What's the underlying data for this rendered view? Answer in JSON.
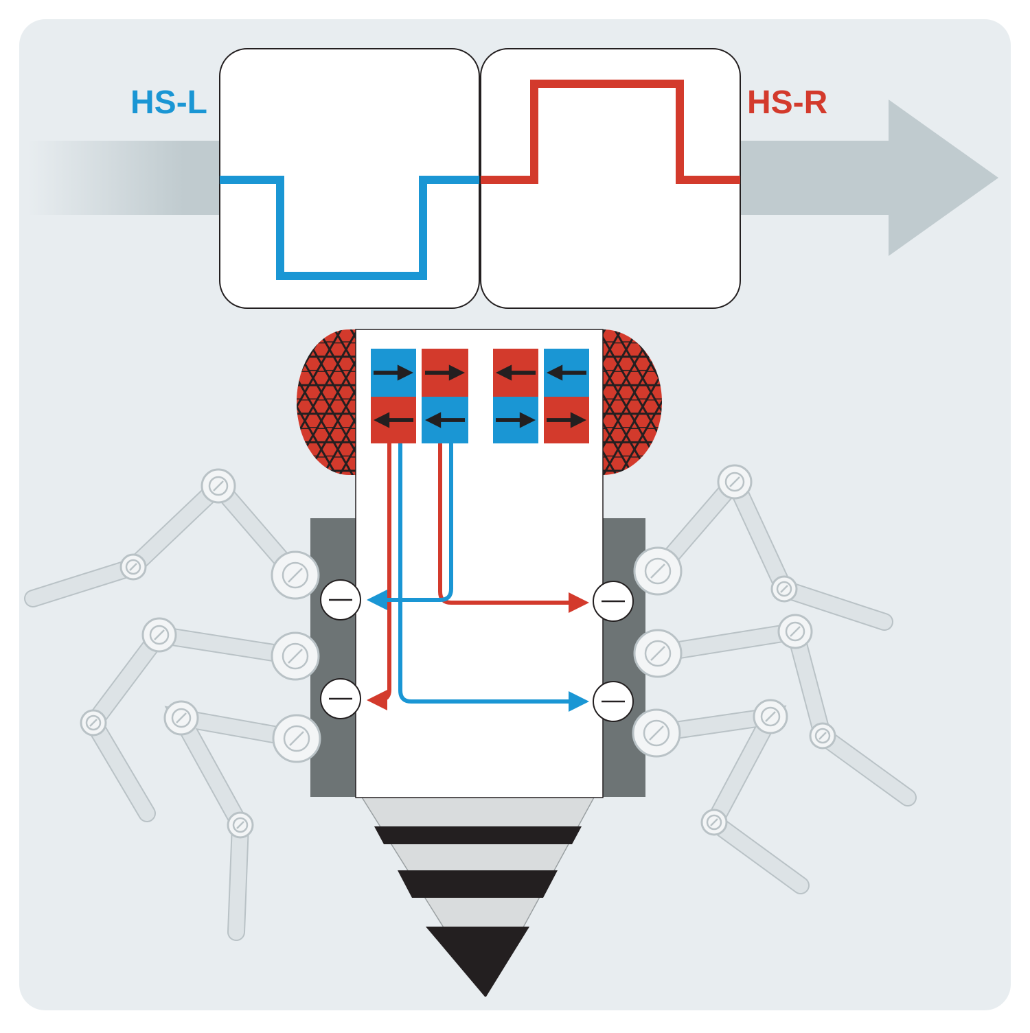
{
  "labels": {
    "left": "HS-L",
    "right": "HS-R"
  },
  "colors": {
    "blue": "#1a96d4",
    "red": "#d33a2c",
    "panel": "#e8edf0",
    "arrow": "#c0cbcf",
    "leg": "#dde3e6",
    "muscle": "#6d7475",
    "stripe": "#231f20"
  },
  "icons": {
    "eye": "compound-eye-hexagon-pattern",
    "joint": "screw-joint",
    "synapse": "inhibitory-minus-symbol",
    "direction": "motion-arrow"
  },
  "motion_detectors": {
    "top_row": [
      "right-arrow-on-blue",
      "right-arrow-on-red",
      "left-arrow-on-red",
      "left-arrow-on-blue"
    ],
    "bottom_row": [
      "left-arrow-on-red",
      "left-arrow-on-blue",
      "right-arrow-on-blue",
      "right-arrow-on-red"
    ]
  }
}
